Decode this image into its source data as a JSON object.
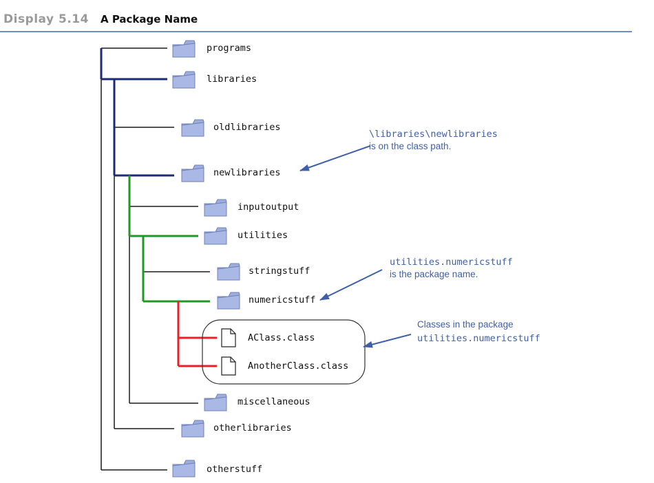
{
  "header": {
    "display_label": "Display 5.14",
    "title": "A Package Name"
  },
  "tree": {
    "folders": {
      "programs": "programs",
      "libraries": "libraries",
      "oldlibraries": "oldlibraries",
      "newlibraries": "newlibraries",
      "inputoutput": "inputoutput",
      "utilities": "utilities",
      "stringstuff": "stringstuff",
      "numericstuff": "numericstuff",
      "miscellaneous": "miscellaneous",
      "otherlibraries": "otherlibraries",
      "otherstuff": "otherstuff"
    },
    "files": {
      "aclass": "AClass.class",
      "anotherclass": "AnotherClass.class"
    }
  },
  "annotations": {
    "classpath": {
      "code": "\\libraries\\newlibraries",
      "text": "is on the class path."
    },
    "package_name": {
      "code": "utilities.numericstuff",
      "text": "is the package name."
    },
    "classes": {
      "text": "Classes in the package",
      "code": "utilities.numericstuff"
    }
  },
  "colors": {
    "navy": "#1c2a7a",
    "green": "#1f9a1f",
    "red": "#e8202a",
    "black": "#1a1a1a",
    "folder_fill": "#9eaedc",
    "folder_stroke": "#6f80b8",
    "annotation": "#3f5fa8"
  }
}
